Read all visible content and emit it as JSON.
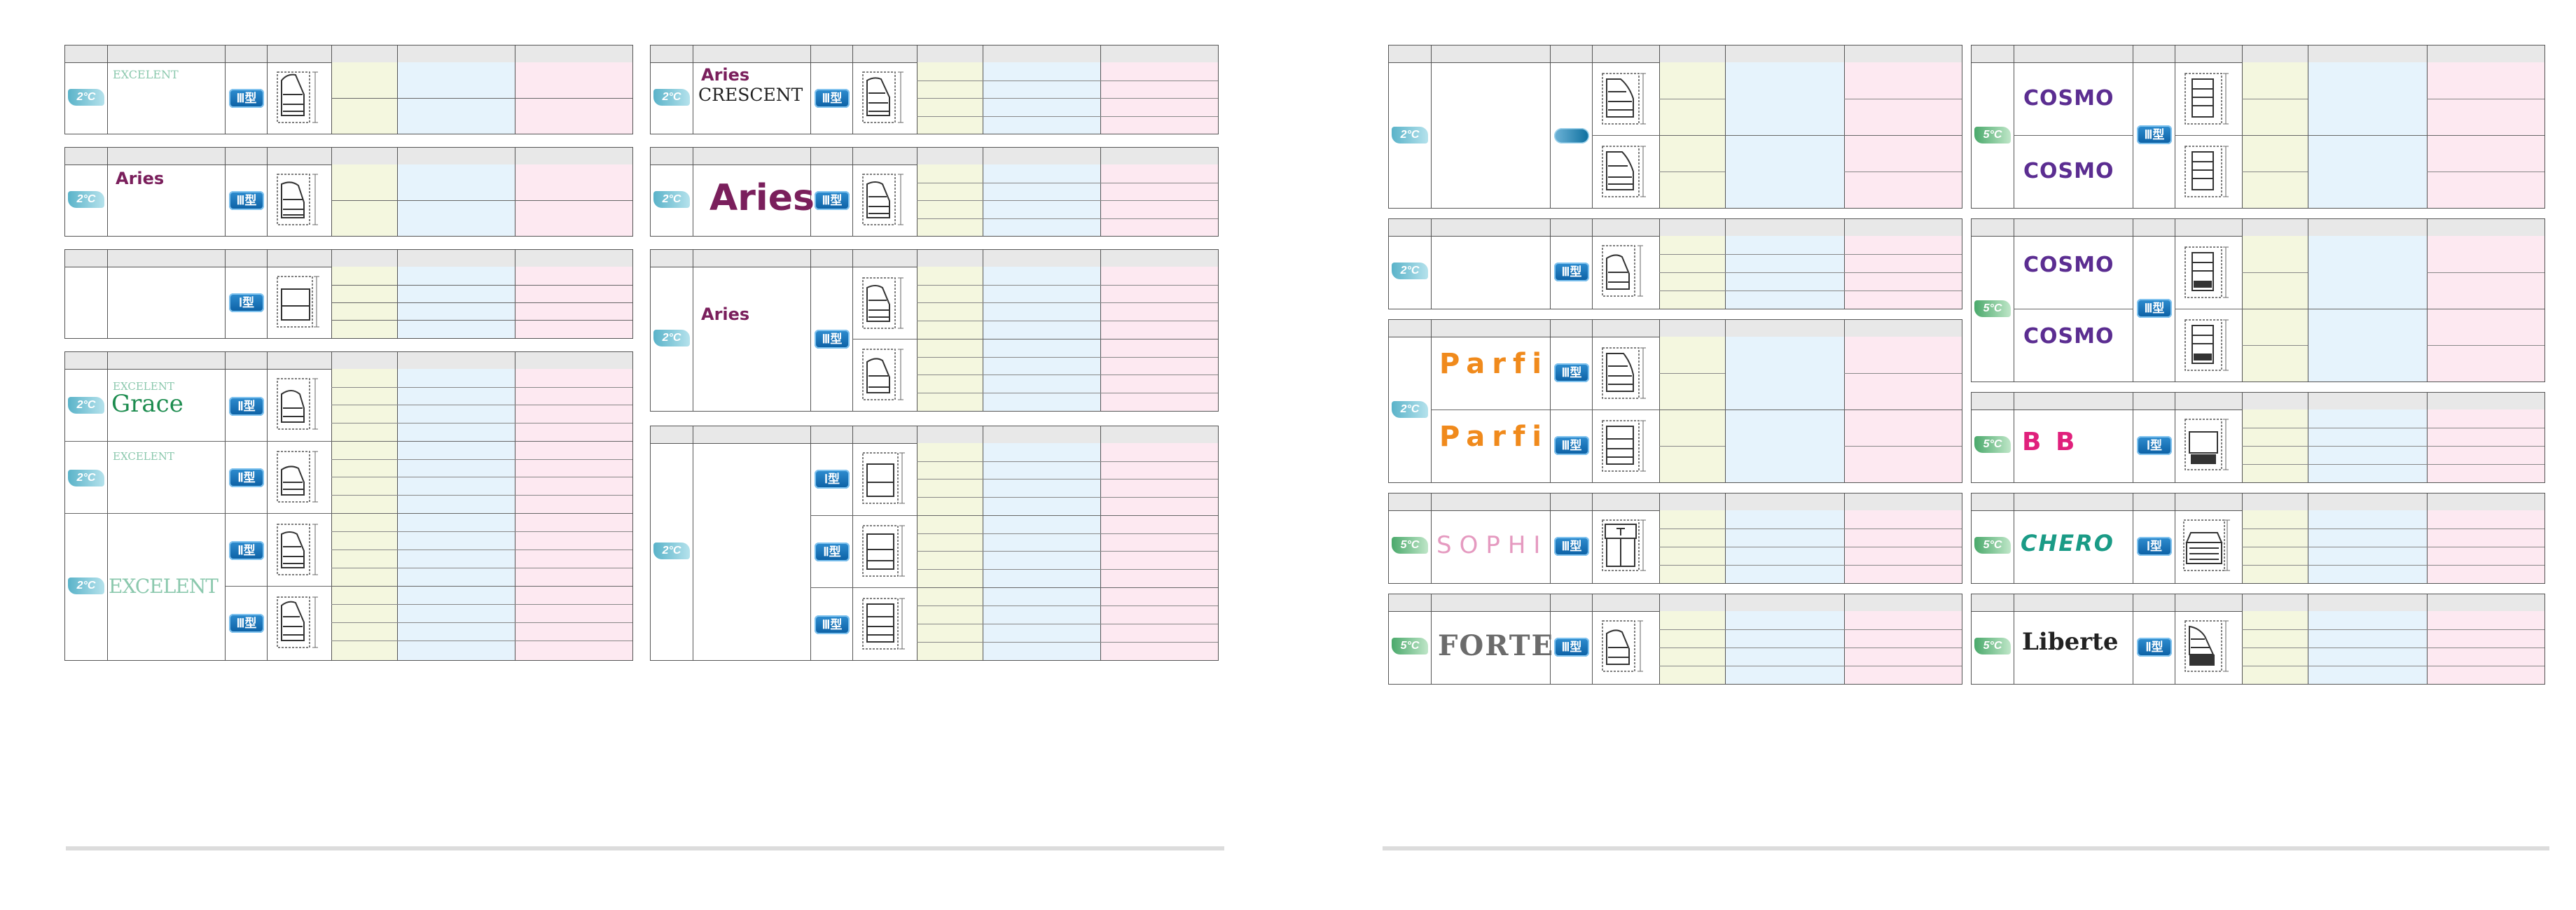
{
  "colors": {
    "temp_blue": "#5ab3c9",
    "temp_green": "#4aa96b",
    "type_badge": "#0b5fa3",
    "col_yellow": "#f4f7df",
    "col_blue": "#e6f3fc",
    "col_pink": "#fde9f1"
  },
  "icons": {
    "temperature": "temperature-badge",
    "showcase": "showcase-icon"
  },
  "temps": {
    "t2": "2°C",
    "t5": "5°C"
  },
  "types": {
    "t1": "Ⅰ型",
    "t2": "Ⅱ型",
    "t3": "Ⅲ型"
  },
  "logos": {
    "excelent_small": "EXCELENT",
    "aries": "Aries",
    "aries_crescent_1": "Aries",
    "aries_crescent_2": "CRESCENT",
    "grace": "Grace",
    "excelent": "EXCELENT",
    "cosmo": "COSMO",
    "parfi": "Parfi",
    "sophi": "SOPHI",
    "forte": "FORTE",
    "bb": "B B",
    "chero": "CHERO",
    "liberte": "Liberte"
  }
}
